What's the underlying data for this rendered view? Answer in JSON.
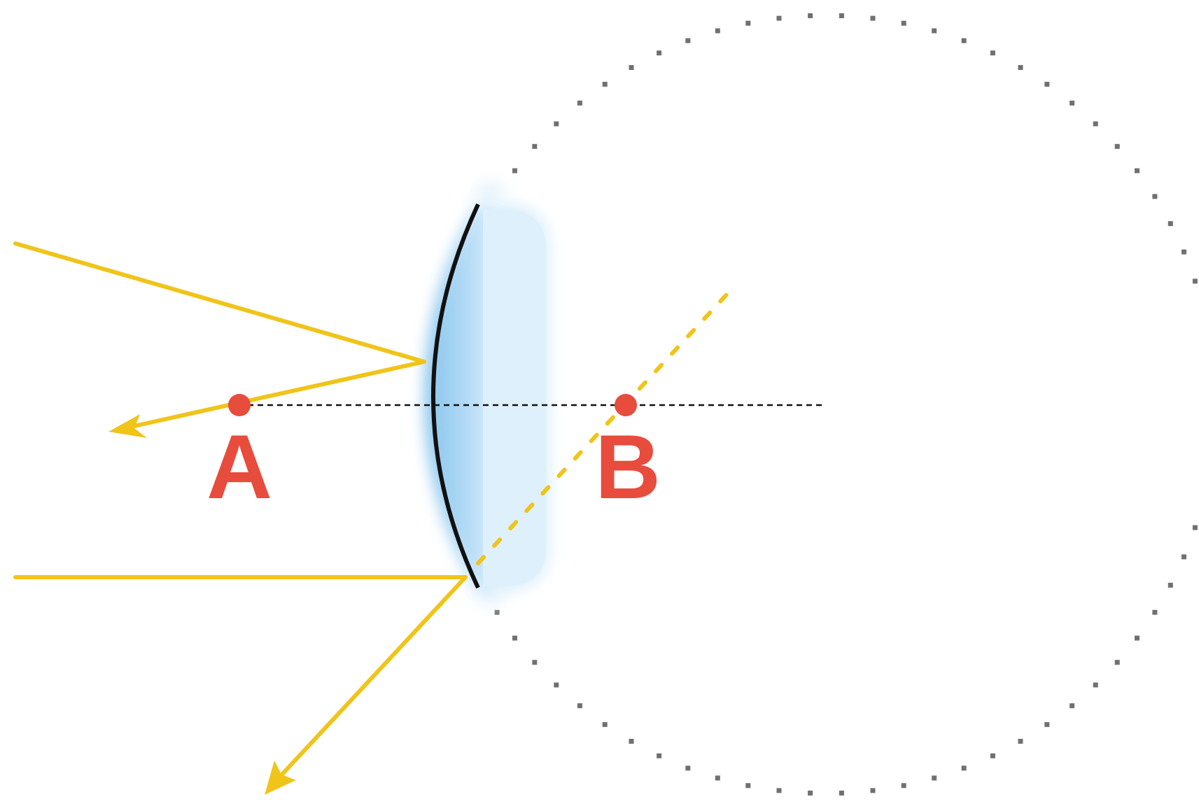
{
  "points": {
    "a": {
      "label": "A"
    },
    "b": {
      "label": "B"
    }
  },
  "colors": {
    "ray": "#F0C419",
    "point": "#E74C3C",
    "mirror": "#111111",
    "lens_light": "#DCEFFC",
    "lens_dark": "#8CC7EE",
    "circle_dots": "#707070",
    "axis": "#111111",
    "background": "#FFFFFF"
  },
  "elements": {
    "mirror_type": "convex mirror",
    "circle_style": "dotted",
    "axis_style": "dashed",
    "extension_style": "dashed"
  }
}
